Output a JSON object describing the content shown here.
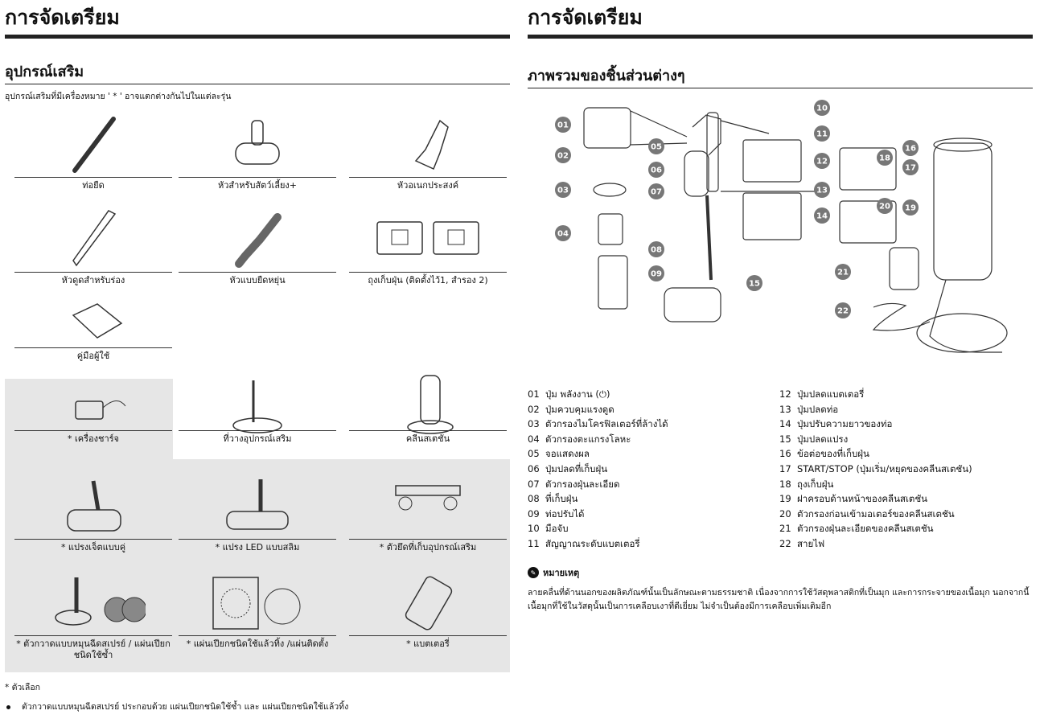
{
  "left": {
    "page_title": "การจัดเตรียม",
    "section_title": "อุปกรณ์เสริม",
    "intro": "อุปกรณ์เสริมที่มีเครื่องหมาย ' * ' อาจแตกต่างกันไปในแต่ละรุ่น",
    "accessories": [
      {
        "label": "ท่อยืด",
        "icon": "extension-tube-icon"
      },
      {
        "label": "หัวสำหรับสัตว์เลี้ยง+",
        "icon": "pet-tool-icon"
      },
      {
        "label": "หัวอเนกประสงค์",
        "icon": "combination-tool-icon"
      },
      {
        "label": "หัวดูดสำหรับร่อง",
        "icon": "crevice-tool-icon"
      },
      {
        "label": "หัวแบบยืดหยุ่น",
        "icon": "flex-tool-icon"
      },
      {
        "label": "ถุงเก็บฝุ่น (ติดตั้งไว้1, สำรอง 2)",
        "icon": "dust-bag-icon"
      },
      {
        "label": "คู่มือผู้ใช้",
        "icon": "user-manual-icon"
      },
      {
        "label": "* เครื่องชาร์จ",
        "icon": "charger-icon"
      },
      {
        "label": "ที่วางอุปกรณ์เสริม",
        "icon": "accessory-holder-icon"
      },
      {
        "label": "คลีนสเตชัน",
        "icon": "clean-station-icon"
      },
      {
        "label": "* แปรงเจ็ตแบบคู่",
        "icon": "dual-jet-brush-icon"
      },
      {
        "label": "* แปรง LED แบบสลิม",
        "icon": "slim-led-brush-icon"
      },
      {
        "label": "* ตัวยึดที่เก็บอุปกรณ์เสริม",
        "icon": "accessory-clip-icon"
      },
      {
        "label": "* ตัวกวาดแบบหมุนฉีดสเปรย์ / แผ่นเปียกชนิดใช้ซ้ำ",
        "icon": "spinning-sweeper-icon"
      },
      {
        "label": "* แผ่นเปียกชนิดใช้แล้วทิ้ง /แผ่นติดตั้ง",
        "icon": "disposable-pad-icon"
      },
      {
        "label": "* แบตเตอรี่",
        "icon": "battery-icon"
      }
    ],
    "footnote": "* ตัวเลือก",
    "bullet": "ตัวกวาดแบบหมุนฉีดสเปรย์ ประกอบด้วย แผ่นเปียกชนิดใช้ซ้ำ และ แผ่นเปียกชนิดใช้แล้วทิ้ง"
  },
  "right": {
    "page_title": "การจัดเตรียม",
    "section_title": "ภาพรวมของชิ้นส่วนต่างๆ",
    "callouts": [
      "01",
      "02",
      "03",
      "04",
      "05",
      "06",
      "07",
      "08",
      "09",
      "10",
      "11",
      "12",
      "13",
      "14",
      "15",
      "16",
      "17",
      "18",
      "19",
      "20",
      "21",
      "22"
    ],
    "parts_left": [
      {
        "num": "01",
        "label": "ปุ่ม พลังงาน (⏻)"
      },
      {
        "num": "02",
        "label": "ปุ่มควบคุมแรงดูด"
      },
      {
        "num": "03",
        "label": "ตัวกรองไมโครฟิลเตอร์ที่ล้างได้"
      },
      {
        "num": "04",
        "label": "ตัวกรองตะแกรงโลหะ"
      },
      {
        "num": "05",
        "label": "จอแสดงผล"
      },
      {
        "num": "06",
        "label": "ปุ่มปลดที่เก็บฝุ่น"
      },
      {
        "num": "07",
        "label": "ตัวกรองฝุ่นละเอียด"
      },
      {
        "num": "08",
        "label": "ที่เก็บฝุ่น"
      },
      {
        "num": "09",
        "label": "ท่อปรับได้"
      },
      {
        "num": "10",
        "label": "มือจับ"
      },
      {
        "num": "11",
        "label": "สัญญาณระดับแบตเตอรี่"
      }
    ],
    "parts_right": [
      {
        "num": "12",
        "label": "ปุ่มปลดแบตเตอรี่"
      },
      {
        "num": "13",
        "label": "ปุ่มปลดท่อ"
      },
      {
        "num": "14",
        "label": "ปุ่มปรับความยาวของท่อ"
      },
      {
        "num": "15",
        "label": "ปุ่มปลดแปรง"
      },
      {
        "num": "16",
        "label": "ข้อต่อของที่เก็บฝุ่น"
      },
      {
        "num": "17",
        "label": "START/STOP (ปุ่มเริ่ม/หยุดของคลีนสเตชัน)"
      },
      {
        "num": "18",
        "label": "ถุงเก็บฝุ่น"
      },
      {
        "num": "19",
        "label": "ฝาครอบด้านหน้าของคลีนสเตชัน"
      },
      {
        "num": "20",
        "label": "ตัวกรองก่อนเข้ามอเตอร์ของคลีนสเตชัน"
      },
      {
        "num": "21",
        "label": "ตัวกรองฝุ่นละเอียดของคลีนสเตชัน"
      },
      {
        "num": "22",
        "label": "สายไฟ"
      }
    ],
    "note_title": "หมายเหตุ",
    "note_body": "ลายคลื่นที่ด้านนอกของผลิตภัณฑ์นั้นเป็นลักษณะตามธรรมชาติ เนื่องจากการใช้วัสดุพลาสติกที่เป็นมุก และการกระจายของเนื้อมุก นอกจากนี้ เนื้อมุกที่ใช้ในวัสดุนั้นเป็นการเคลือบเงาที่ดีเยี่ยม ไม่จำเป็นต้องมีการเคลือบเพิ่มเติมอีก"
  }
}
